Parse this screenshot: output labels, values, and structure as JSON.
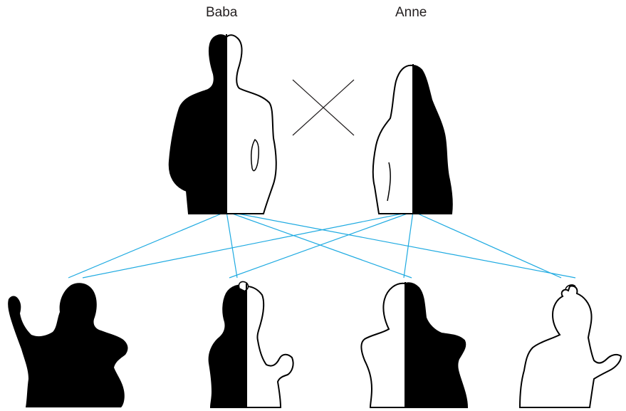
{
  "labels": {
    "father": "Baba",
    "mother": "Anne"
  },
  "colors": {
    "line": "#1eaae1",
    "silhouette": "#000000",
    "background": "#ffffff",
    "cross": "#231f20"
  },
  "offspring": [
    {
      "fill": "black"
    },
    {
      "fill": "half"
    },
    {
      "fill": "half"
    },
    {
      "fill": "white"
    }
  ],
  "parents": [
    {
      "fill": "half-left-black"
    },
    {
      "fill": "half-right-black"
    }
  ]
}
